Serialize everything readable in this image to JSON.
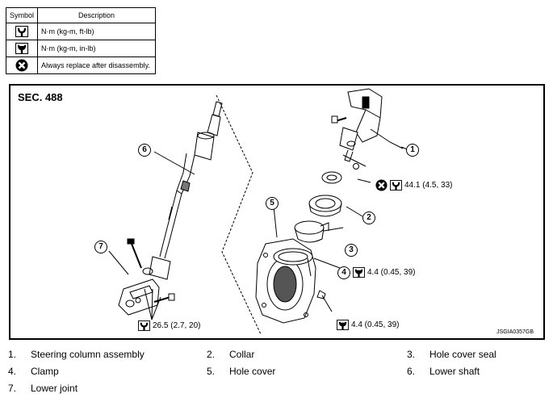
{
  "legend": {
    "header_symbol": "Symbol",
    "header_description": "Description",
    "rows": [
      {
        "icon": "torque-wrench-icon",
        "description": "N·m (kg-m, ft-lb)"
      },
      {
        "icon": "torque-wrench-small-icon",
        "description": "N·m (kg-m, in-lb)"
      },
      {
        "icon": "replace-x-icon",
        "description": "Always replace after disassembly."
      }
    ]
  },
  "diagram": {
    "section": "SEC. 488",
    "figure_code": "JSGIA0357GB",
    "part_numbers": [
      "1",
      "2",
      "3",
      "4",
      "5",
      "6",
      "7"
    ],
    "torques": {
      "upper_nut": "44.1 (4.5, 33)",
      "clamp_bolt": "4.4 (0.45, 39)",
      "hole_cover_nut": "4.4 (0.45, 39)",
      "lower_joint_bolt": "26.5 (2.7, 20)"
    }
  },
  "parts": [
    {
      "num": "1.",
      "name": "Steering column assembly"
    },
    {
      "num": "2.",
      "name": "Collar"
    },
    {
      "num": "3.",
      "name": "Hole cover seal"
    },
    {
      "num": "4.",
      "name": "Clamp"
    },
    {
      "num": "5.",
      "name": "Hole cover"
    },
    {
      "num": "6.",
      "name": "Lower shaft"
    },
    {
      "num": "7.",
      "name": "Lower joint"
    }
  ]
}
